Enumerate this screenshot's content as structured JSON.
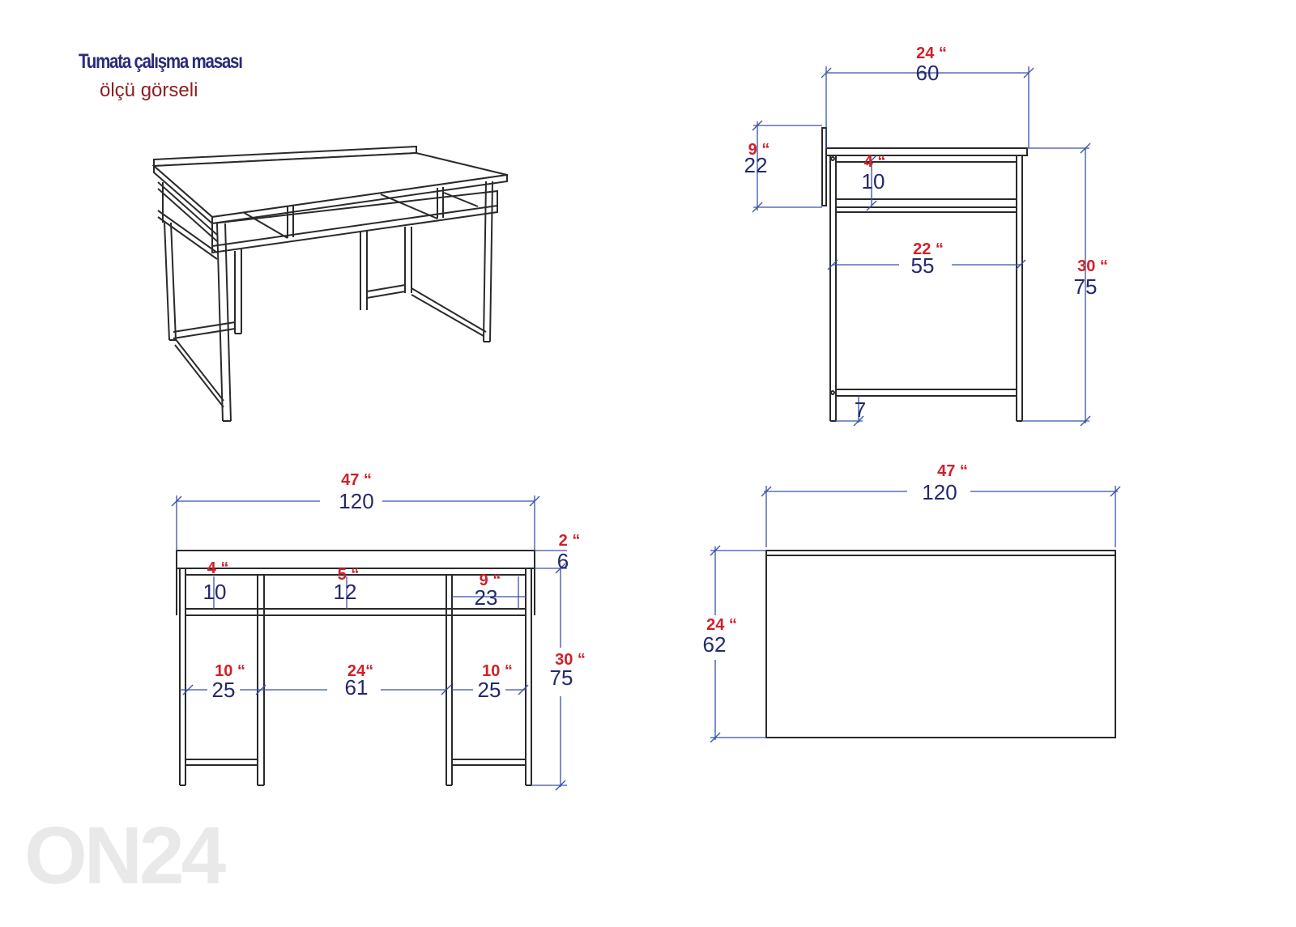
{
  "header": {
    "title": "Tumata çalışma masası",
    "subtitle": "ölçü görseli"
  },
  "watermark": "ON24",
  "side_view": {
    "width_in": "24 “",
    "width_cm": "60",
    "backboard_in": "9 “",
    "backboard_cm": "22",
    "drawer_in": "4 “",
    "drawer_cm": "10",
    "inner_in": "22 “",
    "inner_cm": "55",
    "height_in": "30 “",
    "height_cm": "75",
    "foot_cm": "7"
  },
  "front_view": {
    "width_in": "47 “",
    "width_cm": "120",
    "top_in": "2 “",
    "top_cm": "6",
    "left_drawer_in": "4 “",
    "left_drawer_cm": "10",
    "center_drawer_in": "5 “",
    "center_drawer_cm": "12",
    "right_drawer_in": "9 “",
    "right_drawer_cm": "23",
    "height_in": "30 “",
    "height_cm": "75",
    "left_bay_in": "10 “",
    "left_bay_cm": "25",
    "center_bay_in": "24“",
    "center_bay_cm": "61",
    "right_bay_in": "10 “",
    "right_bay_cm": "25"
  },
  "top_view": {
    "width_in": "47 “",
    "width_cm": "120",
    "depth_in": "24 “",
    "depth_cm": "62"
  },
  "colors": {
    "inch_text": "#d1202a",
    "cm_text": "#24286e",
    "dimension_line": "#3a52a8",
    "outline": "#2a2a2a"
  }
}
